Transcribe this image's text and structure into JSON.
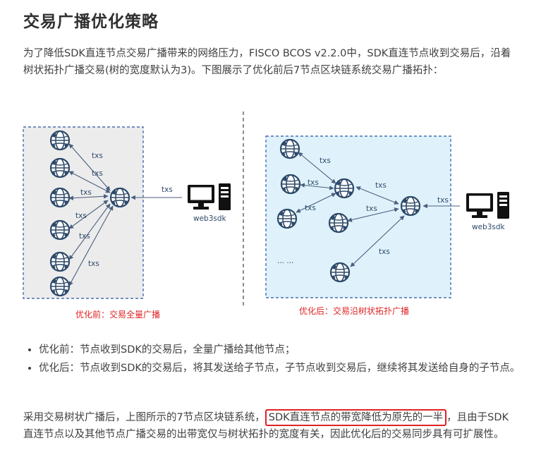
{
  "title": "交易广播优化策略",
  "intro": "为了降低SDK直连节点交易广播带来的网络压力，FISCO BCOS v2.2.0中，SDK直连节点收到交易后，沿着树状拓扑广播交易(树的宽度默认为3)。下图展示了优化前后7节点区块链系统交易广播拓扑：",
  "diagram": {
    "edge_label": "txs",
    "client_label": "web3sdk",
    "ellipsis": "... ...",
    "before_caption": "优化前：交易全量广播",
    "after_caption": "优化后：交易沿树状拓扑广播",
    "colors": {
      "caption": "#e02424",
      "node": "#2e4a6a",
      "before_bg": "#ececec",
      "after_bg": "#dff2fb",
      "box_border": "#4a6fb0"
    }
  },
  "bullets": [
    "优化前：节点收到SDK的交易后，全量广播给其他节点；",
    "优化后：节点收到SDK的交易后，将其发送给子节点，子节点收到交易后，继续将其发送给自身的子节点。"
  ],
  "outro": {
    "before": "采用交易树状广播后，上图所示的7节点区块链系统，",
    "highlight": "SDK直连节点的带宽降低为原先的一半",
    "after": "，且由于SDK直连节点以及其他节点广播交易的出带宽仅与树状拓扑的宽度有关，因此优化后的交易同步具有可扩展性。"
  }
}
